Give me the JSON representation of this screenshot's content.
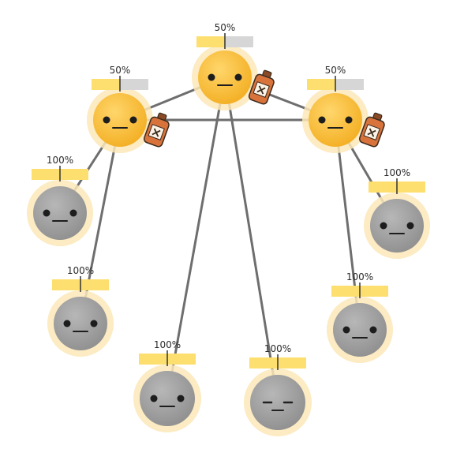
{
  "colors": {
    "active_orb": "#f6b52a",
    "active_orb_highlight": "#ffd66b",
    "inactive_orb": "#9b9b9b",
    "inactive_orb_highlight": "#b7b7b7",
    "glow": "#fbe7b8",
    "bar_fill": "#fddf6f",
    "bar_empty": "#d6d6d6",
    "line": "#6e6e6e",
    "bottle_body": "#d8733c",
    "bottle_label": "#fbf3e6"
  },
  "nodes": [
    {
      "id": "top",
      "label": "50%",
      "fill": 0.5,
      "state": "active",
      "face": "neutral",
      "item": "poison-bottle-icon"
    },
    {
      "id": "upper-left",
      "label": "50%",
      "fill": 0.5,
      "state": "active",
      "face": "neutral",
      "item": "poison-bottle-icon"
    },
    {
      "id": "upper-right",
      "label": "50%",
      "fill": 0.5,
      "state": "active",
      "face": "neutral",
      "item": "poison-bottle-icon"
    },
    {
      "id": "left-1",
      "label": "100%",
      "fill": 1.0,
      "state": "inactive",
      "face": "neutral",
      "item": ""
    },
    {
      "id": "left-2",
      "label": "100%",
      "fill": 1.0,
      "state": "inactive",
      "face": "neutral",
      "item": ""
    },
    {
      "id": "bottom-left",
      "label": "100%",
      "fill": 1.0,
      "state": "inactive",
      "face": "neutral",
      "item": ""
    },
    {
      "id": "bottom-right",
      "label": "100%",
      "fill": 1.0,
      "state": "inactive",
      "face": "sleeping",
      "item": ""
    },
    {
      "id": "right-2",
      "label": "100%",
      "fill": 1.0,
      "state": "inactive",
      "face": "neutral",
      "item": ""
    },
    {
      "id": "right-1",
      "label": "100%",
      "fill": 1.0,
      "state": "inactive",
      "face": "neutral",
      "item": ""
    }
  ],
  "links": [
    [
      "top",
      "upper-left"
    ],
    [
      "top",
      "upper-right"
    ],
    [
      "upper-left",
      "upper-right"
    ],
    [
      "top",
      "bottom-left"
    ],
    [
      "top",
      "bottom-right"
    ],
    [
      "upper-left",
      "left-1"
    ],
    [
      "upper-left",
      "left-2"
    ],
    [
      "upper-right",
      "right-1"
    ],
    [
      "upper-right",
      "right-2"
    ]
  ]
}
